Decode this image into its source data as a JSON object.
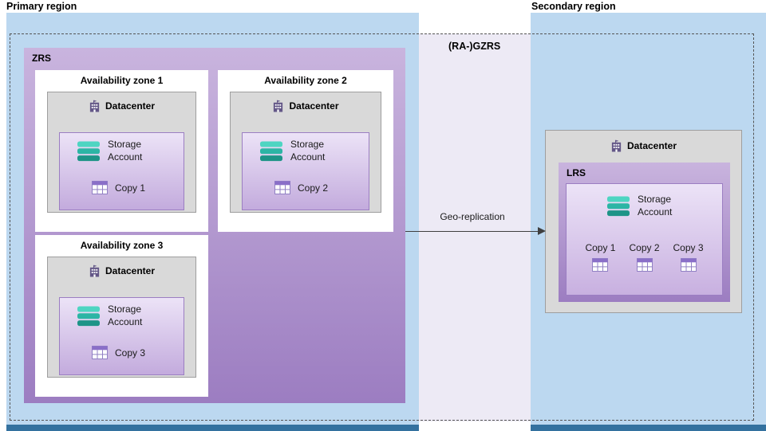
{
  "labels": {
    "primary_region": "Primary region",
    "secondary_region": "Secondary region",
    "gzrs": "(RA-)GZRS",
    "geo_replication": "Geo-replication"
  },
  "zrs": {
    "label": "ZRS",
    "zones": [
      {
        "title": "Availability zone 1",
        "datacenter": "Datacenter",
        "storage": "Storage Account",
        "copy": "Copy 1"
      },
      {
        "title": "Availability zone 2",
        "datacenter": "Datacenter",
        "storage": "Storage Account",
        "copy": "Copy 2"
      },
      {
        "title": "Availability zone 3",
        "datacenter": "Datacenter",
        "storage": "Storage Account",
        "copy": "Copy 3"
      }
    ]
  },
  "secondary": {
    "datacenter": "Datacenter",
    "lrs_label": "LRS",
    "storage": "Storage Account",
    "copies": [
      "Copy 1",
      "Copy 2",
      "Copy 3"
    ]
  },
  "colors": {
    "region_fill": "#bcd8f0",
    "region_edge": "#33719f",
    "zrs_gradient_top": "#c9b4de",
    "zrs_gradient_bottom": "#9c7dc1",
    "inner_gradient_top": "#ece3f7",
    "inner_gradient_bottom": "#c3abdd",
    "datacenter_fill": "#d9d9d9",
    "gzrs_fill": "#edeaf5",
    "storage_teal": "#2cb5a5",
    "copy_purple": "#8a6fc8"
  }
}
